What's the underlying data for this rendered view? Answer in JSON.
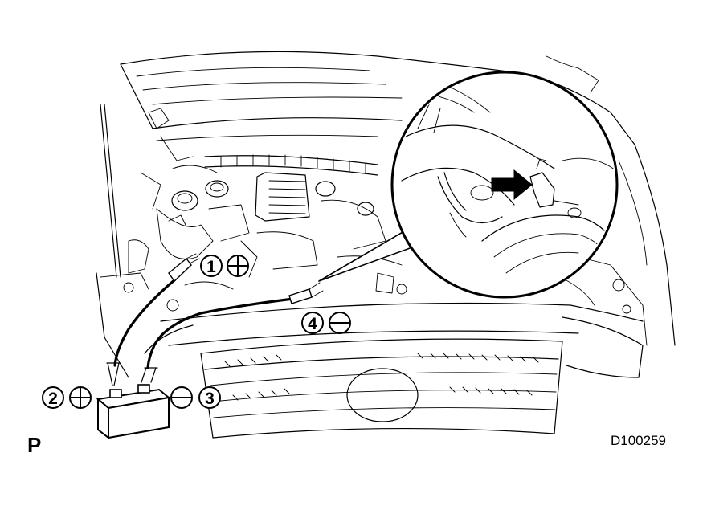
{
  "steps": [
    {
      "number": "1",
      "polarity": "+"
    },
    {
      "number": "2",
      "polarity": "+"
    },
    {
      "number": "3",
      "polarity": "−"
    },
    {
      "number": "4",
      "polarity": "−"
    }
  ],
  "figure_code": "D100259",
  "corner_letter": "P",
  "icons": [
    "battery-icon",
    "jumper-clamp-icon",
    "ground-bolt-arrow-icon",
    "detail-magnifier-icon"
  ]
}
